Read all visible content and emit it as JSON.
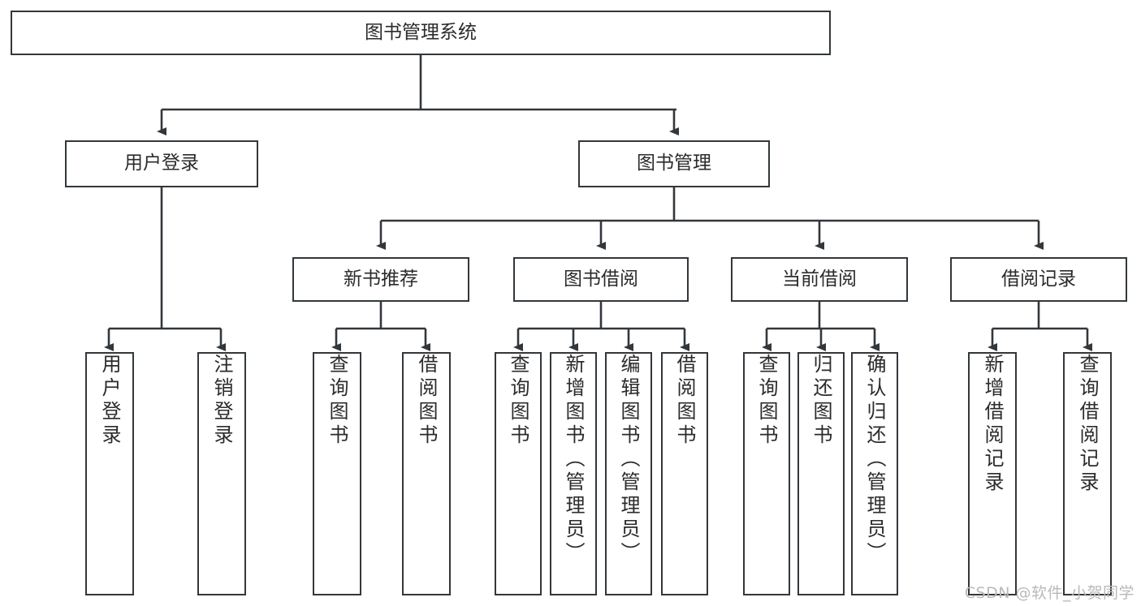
{
  "diagram": {
    "title": "图书管理系统",
    "watermark": "CSDN @软件_小贺同学",
    "colors": {
      "stroke": "#32373b",
      "fill": "#ffffff",
      "text": "#2b2b2b",
      "watermark": "#b9b9b9"
    },
    "nodes": {
      "root": "图书管理系统",
      "level2": {
        "user_login": "用户登录",
        "book_manage": "图书管理"
      },
      "level3": {
        "new_book_recommend": "新书推荐",
        "book_borrow": "图书借阅",
        "current_borrow": "当前借阅",
        "borrow_record": "借阅记录"
      },
      "leaves": {
        "user_login_children": [
          "用户登录",
          "注销登录"
        ],
        "new_book_recommend_children": [
          "查询图书",
          "借阅图书"
        ],
        "book_borrow_children": [
          "查询图书",
          "新增图书（管理员）",
          "编辑图书（管理员）",
          "借阅图书"
        ],
        "current_borrow_children": [
          "查询图书",
          "归还图书",
          "确认归还（管理员）"
        ],
        "borrow_record_children": [
          "新增借阅记录",
          "查询借阅记录"
        ]
      }
    }
  }
}
